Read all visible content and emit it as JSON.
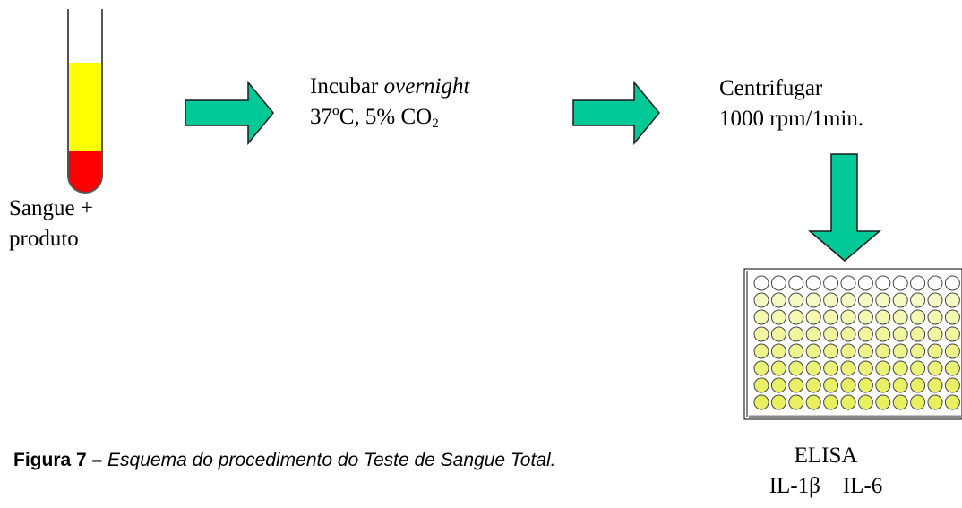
{
  "tube_label": [
    "Sangue +",
    "produto"
  ],
  "step1": {
    "line1_text": "Incubar ",
    "line1_italic": "overnight",
    "line2_main": "37ºC, 5% CO",
    "line2_sub": "2"
  },
  "step2": {
    "line1": "Centrifugar",
    "line2": "1000 rpm/1min."
  },
  "assay": {
    "line1": "ELISA",
    "line2": "IL-1β    IL-6"
  },
  "caption": {
    "bold": "Figura 7 – ",
    "italic": "Esquema do procedimento do Teste de Sangue Total."
  },
  "plate": {
    "rows": 8,
    "cols_visible": 12
  },
  "colors": {
    "arrow_fill": "#00c896",
    "arrow_stroke": "#1a1a1a",
    "plasma": "#ffff00",
    "blood": "#ff0000",
    "well_light": "#ffffff",
    "well_yellow": "#e8f060"
  }
}
